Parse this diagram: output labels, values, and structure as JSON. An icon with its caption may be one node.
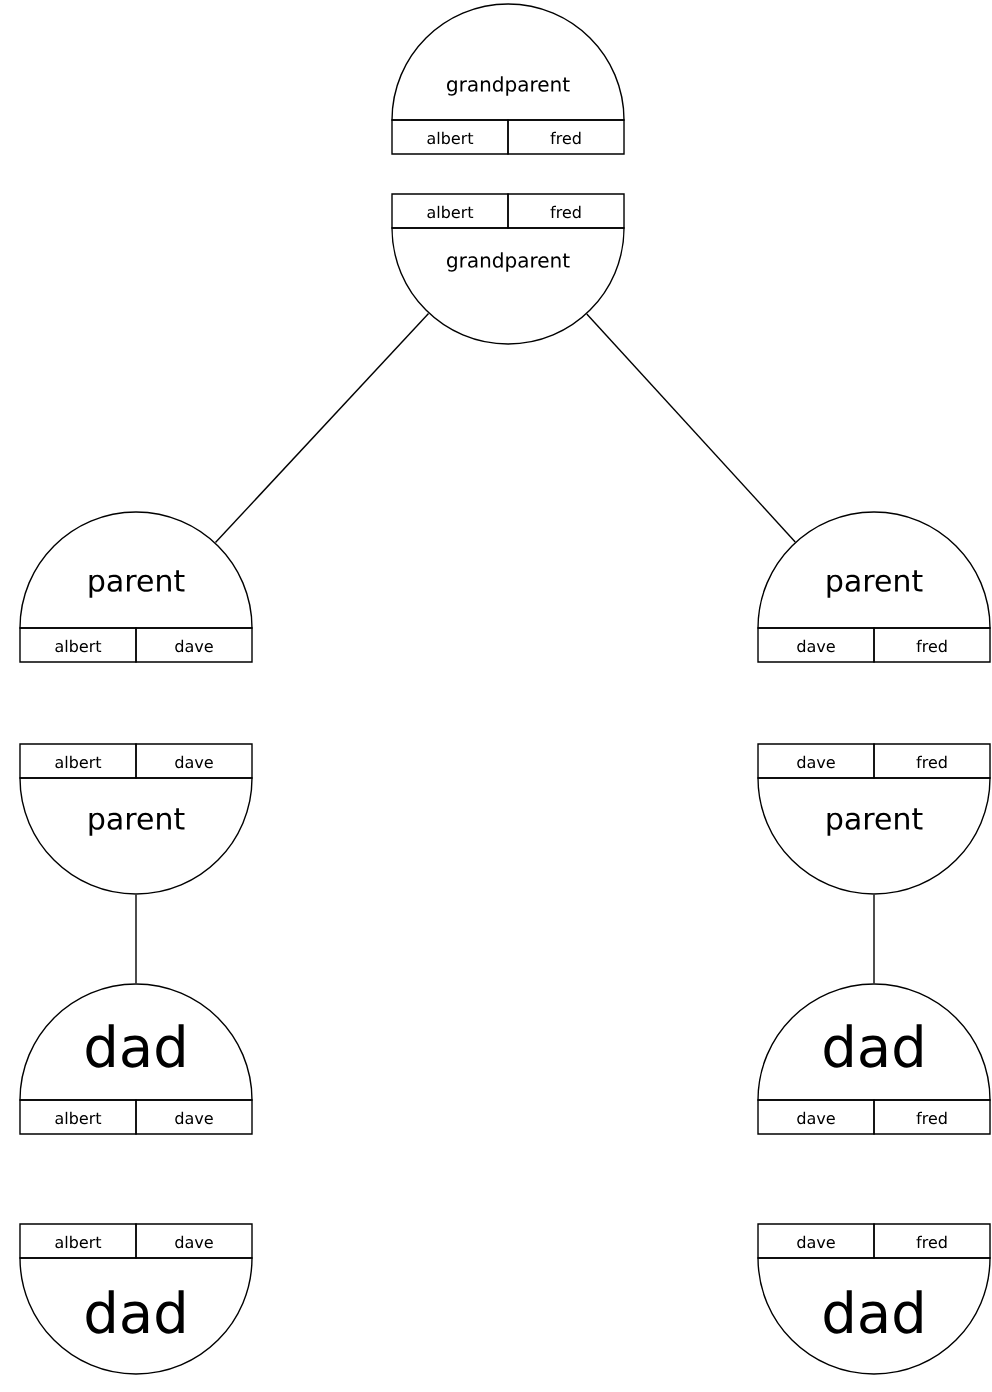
{
  "diagram": {
    "nodes": [
      {
        "text": [
          "grandparent",
          "albert",
          "fred"
        ]
      },
      {
        "text": [
          "albert",
          "fred",
          "grandparent"
        ]
      },
      {
        "text": [
          "parent",
          "albert",
          "dave"
        ]
      },
      {
        "text": [
          "parent",
          "dave",
          "fred"
        ]
      },
      {
        "text": [
          "albert",
          "dave",
          "parent"
        ]
      },
      {
        "text": [
          "dave",
          "fred",
          "parent"
        ]
      },
      {
        "text": [
          "dad",
          "albert",
          "dave"
        ]
      },
      {
        "text": [
          "dad",
          "dave",
          "fred"
        ]
      },
      {
        "text": [
          "albert",
          "dave",
          "dad"
        ]
      },
      {
        "text": [
          "dave",
          "fred",
          "dad"
        ]
      }
    ],
    "edges": [
      {
        "from": 1,
        "to": 2,
        "arrow": "none"
      },
      {
        "from": 1,
        "to": 3,
        "arrow": "none"
      },
      {
        "from": 4,
        "to": 6,
        "arrow": "none"
      },
      {
        "from": 5,
        "to": 7,
        "arrow": "none"
      }
    ]
  }
}
